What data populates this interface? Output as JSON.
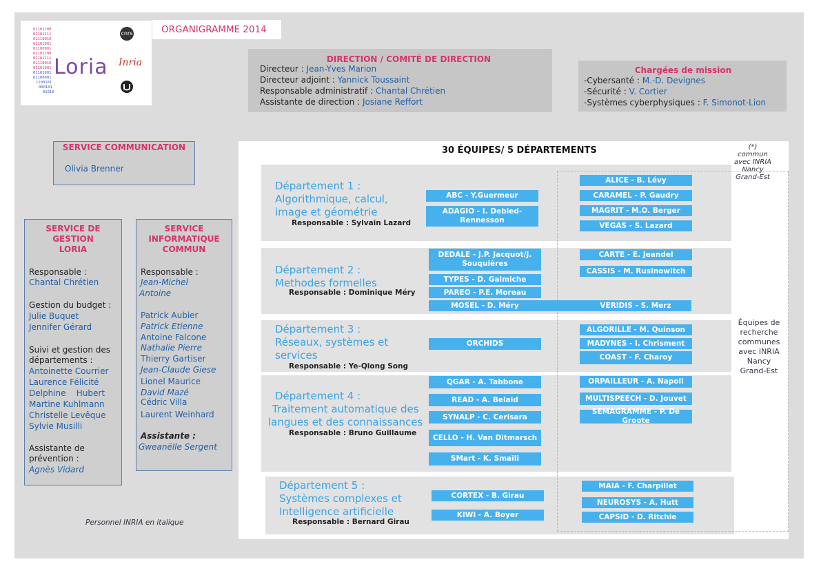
{
  "title": "ORGANIGRAMME 2014",
  "logos": {
    "loria": "Loria",
    "cnrs": "cnrs",
    "inria": "Inria",
    "ul": "UL"
  },
  "direction": {
    "title": "DIRECTION / COMITÉ DE DIRECTION",
    "lines": [
      {
        "label": "Directeur  :  ",
        "name": "Jean-Yves Marion"
      },
      {
        "label": "Directeur adjoint  :  ",
        "name": "Yannick Toussaint"
      },
      {
        "label": "Responsable administratif  :  ",
        "name": "Chantal Chrétien"
      },
      {
        "label": "Assistante de direction  :  ",
        "name": "Josiane Reffort"
      }
    ]
  },
  "missions": {
    "title": "Chargées de mission",
    "lines": [
      {
        "label": "-Cybersanté : ",
        "name": "M.-D. Devignes"
      },
      {
        "label": "-Sécurité : ",
        "name": "V. Cortier"
      },
      {
        "label": "-Systèmes cyberphysiques : ",
        "name": "F. Simonot-Lion"
      }
    ]
  },
  "communication": {
    "title": "SERVICE COMMUNICATION",
    "person": "Olivia Brenner"
  },
  "gestion": {
    "title_1": "SERVICE DE GESTION",
    "title_2": "LORIA",
    "resp_label": "Responsable :",
    "resp_name": "Chantal Chrétien",
    "budget_label": "Gestion du budget :",
    "budget_names": [
      "Julie Buquet",
      "Jennifer Gérard"
    ],
    "suivi_label_1": "Suivi et gestion des",
    "suivi_label_2": "départements :",
    "suivi_names": [
      "Antoinette Courrier",
      "Laurence Félicité",
      "Delphine    Hubert",
      "Martine Kuhlmann",
      "Christelle Levêque",
      "Sylvie Musilli"
    ],
    "prev_label_1": "Assistante de",
    "prev_label_2": "prévention :",
    "prev_name": "Agnès Vidard"
  },
  "informatique": {
    "title_1": "SERVICE",
    "title_2": "INFORMATIQUE",
    "title_3": "COMMUN",
    "resp_label": "Responsable :",
    "resp_name_1": "Jean-Michel",
    "resp_name_2": "Antoine",
    "staff": [
      {
        "name": "Patrick Aubier",
        "italic": false
      },
      {
        "name": "Patrick Etienne",
        "italic": true
      },
      {
        "name": "Antoine Falcone",
        "italic": false
      },
      {
        "name": "Nathalie Pierre",
        "italic": true
      },
      {
        "name": "Thierry Gartiser",
        "italic": false
      },
      {
        "name": "Jean-Claude Giese",
        "italic": true
      },
      {
        "name": "Lionel Maurice",
        "italic": false
      },
      {
        "name": "David Mazé",
        "italic": true
      },
      {
        "name": "Cédric Villa",
        "italic": false
      },
      {
        "name": "Laurent Weinhard",
        "italic": false
      }
    ],
    "assist_label": "Assistante :",
    "assist_name": "Gweanëlle Sergent"
  },
  "footer_note": "Personnel INRIA en italique",
  "teams_heading": "30 ÉQUIPES/ 5 DÉPARTEMENTS",
  "inria_note": [
    "(*)",
    "commun",
    "avec INRIA",
    "Nancy",
    "Grand-Est"
  ],
  "shared_note": [
    "Équipes de",
    "recherche",
    "communes",
    "avec INRIA",
    "Nancy",
    "Grand-Est"
  ],
  "departments": [
    {
      "name": [
        "Département 1 :",
        "Algorithmique, calcul,",
        "image et géométrie"
      ],
      "responsable": "Responsable : Sylvain Lazard",
      "teams": [
        "ABC - Y.Guermeur",
        "ADAGIO - I. Debled-Rennesson"
      ],
      "inria_teams": [
        "ALICE - B. Lévy",
        "CARAMEL - P. Gaudry",
        "MAGRIT - M.O. Berger",
        "VEGAS - S. Lazard"
      ]
    },
    {
      "name": [
        "Département 2 :",
        "Methodes formelles"
      ],
      "responsable": "Responsable : Dominique Méry",
      "teams": [
        "DEDALE - J.P. Jacquot/J. Souquières",
        "TYPES - D. Galmiche",
        "PAREO - P.E. Moreau",
        "MOSEL - D. Méry"
      ],
      "inria_teams": [
        "CARTE - E. Jeandel",
        "CASSIS - M. Rusinowitch",
        "VERIDIS - S. Merz"
      ]
    },
    {
      "name": [
        "Département 3 :",
        "Réseaux, systèmes et",
        "services"
      ],
      "responsable": "Responsable : Ye-Qiong Song",
      "teams": [
        "ORCHIDS"
      ],
      "inria_teams": [
        "ALGORILLE - M. Quinson",
        "MADYNES - I. Chrisment",
        "COAST - F. Charoy"
      ]
    },
    {
      "name": [
        "Département 4 :",
        "Traitement automatique des",
        "langues et des connaissances"
      ],
      "responsable": "Responsable : Bruno Guillaume",
      "teams": [
        "QGAR - A. Tabbone",
        "READ - A. Belaid",
        "SYNALP - C. Cerisara",
        "CELLO - H. Van Ditmarsch",
        "SMart - K. Smaïli"
      ],
      "inria_teams": [
        "ORPAILLEUR - A. Napoli",
        "MULTISPEECH - D. Jouvet",
        "SEMAGRAMME - P. De Groote"
      ]
    },
    {
      "name": [
        "Département 5 :",
        "Systèmes complexes et",
        "Intelligence artificielle"
      ],
      "responsable": "Responsable : Bernard Girau",
      "teams": [
        "CORTEX - B. Girau",
        "KIWI - A. Boyer"
      ],
      "inria_teams": [
        "MAIA - F. Charpillet",
        "NEUROSYS - A. Hutt",
        "CAPSID - D. Ritchie"
      ]
    }
  ]
}
